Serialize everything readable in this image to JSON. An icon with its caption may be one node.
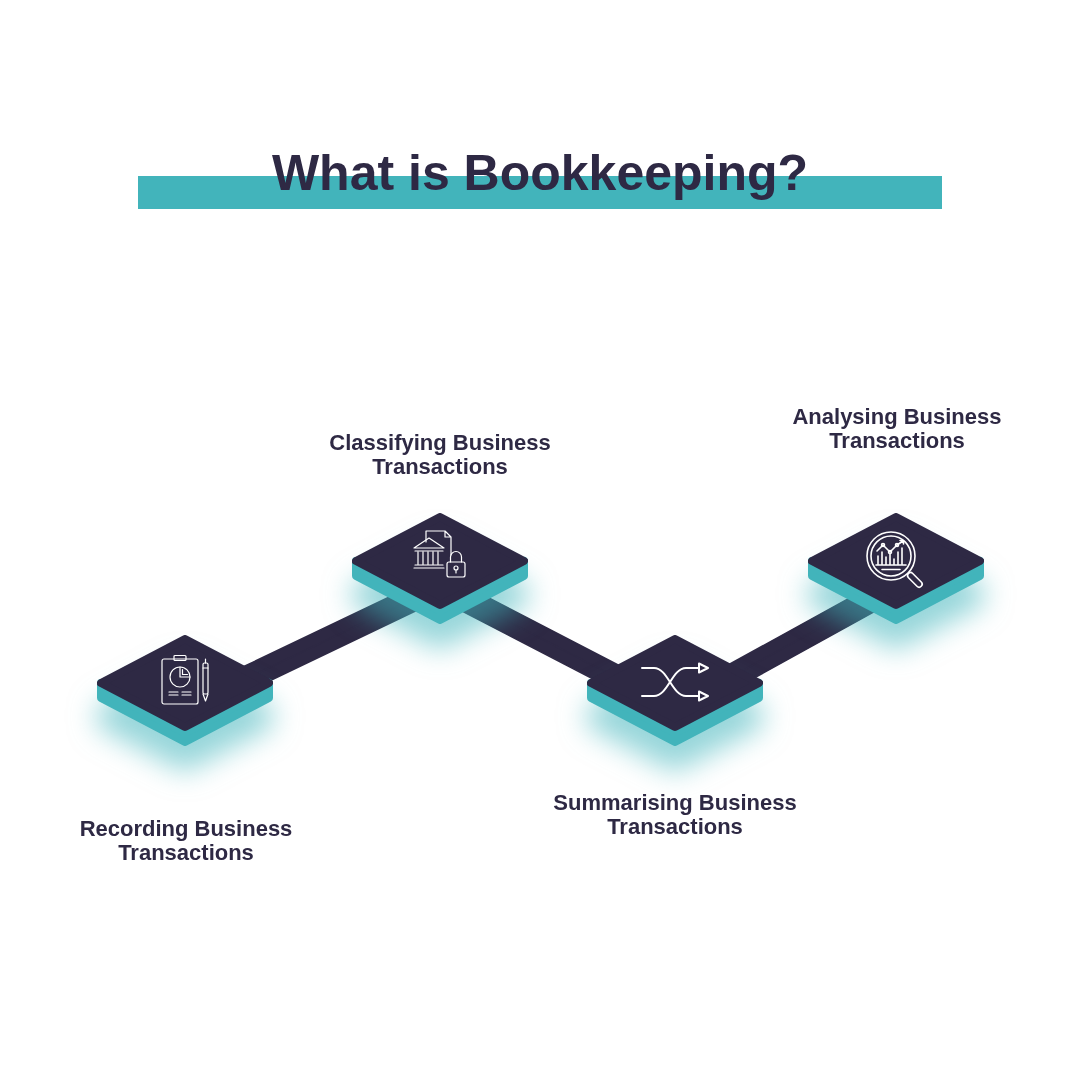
{
  "diagram": {
    "title": "What is Bookkeeping?",
    "nodes": [
      {
        "text": [],
        "shape": "diamond",
        "beside": [
          "Recording Business Transactions"
        ]
      },
      {
        "text": [],
        "shape": "diamond",
        "beside": [
          "Classifying Business Transactions"
        ]
      },
      {
        "text": [],
        "shape": "diamond",
        "beside": [
          "Summarising Business Transactions"
        ]
      },
      {
        "text": [],
        "shape": "diamond",
        "beside": [
          "Analysing Business Transactions"
        ]
      }
    ],
    "edges": [
      {
        "from": 0,
        "to": 1,
        "arrow": "none"
      },
      {
        "from": 1,
        "to": 2,
        "arrow": "none"
      },
      {
        "from": 2,
        "to": 3,
        "arrow": "none"
      }
    ]
  }
}
